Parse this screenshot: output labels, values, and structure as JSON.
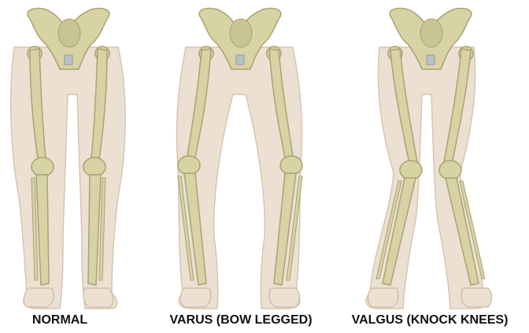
{
  "captions": {
    "normal": "NORMAL",
    "varus": "VARUS (BOW LEGGED)",
    "valgus": "VALGUS (KNOCK KNEES)"
  },
  "colors": {
    "background": "#ffffff",
    "skin": "#ebe0d2",
    "skin_outline": "#d6c6b2",
    "bone": "#d8d3a4",
    "bone_outline": "#a9a374",
    "pubic_joint": "#b7c2c6",
    "caption_text": "#111111"
  },
  "figures": [
    {
      "id": "normal",
      "alignment": "straight"
    },
    {
      "id": "varus",
      "alignment": "bow-legged"
    },
    {
      "id": "valgus",
      "alignment": "knock-kneed"
    }
  ]
}
